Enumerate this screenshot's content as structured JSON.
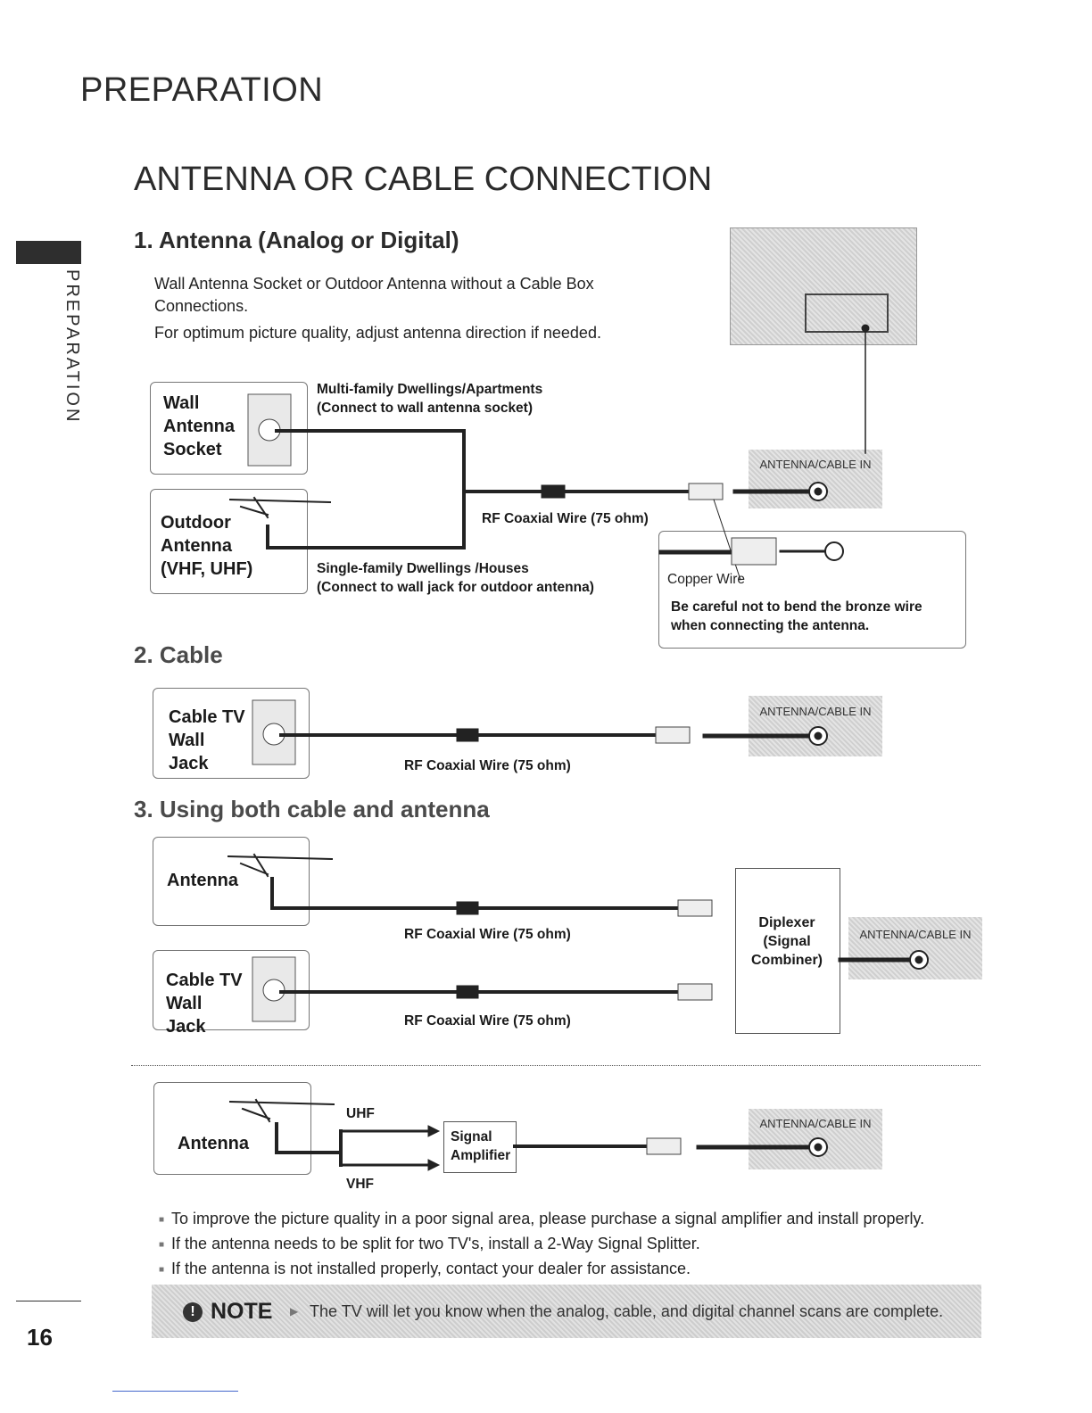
{
  "header": "PREPARATION",
  "side_tab": "PREPARATION",
  "page_number": "16",
  "title": "ANTENNA OR CABLE CONNECTION",
  "section1": {
    "heading": "1. Antenna (Analog or Digital)",
    "para1": "Wall Antenna Socket or Outdoor Antenna without a Cable Box Connections.",
    "para2": "For optimum picture quality, adjust antenna direction if needed.",
    "wall_label": "Wall Antenna Socket",
    "outdoor_label": "Outdoor Antenna (VHF, UHF)",
    "multi_caption_1": "Multi-family Dwellings/Apartments",
    "multi_caption_2": "(Connect to wall antenna socket)",
    "single_caption_1": "Single-family Dwellings /Houses",
    "single_caption_2": "(Connect to wall jack for outdoor antenna)",
    "wire_caption": "RF Coaxial Wire (75 ohm)",
    "panel_label": "ANTENNA/CABLE IN",
    "copper_label": "Copper Wire",
    "copper_note": "Be careful not to bend the bronze wire when connecting the antenna."
  },
  "section2": {
    "heading": "2. Cable",
    "jack_label": "Cable TV Wall Jack",
    "wire_caption": "RF Coaxial Wire (75 ohm)",
    "panel_label": "ANTENNA/CABLE IN"
  },
  "section3": {
    "heading": "3. Using both cable and antenna",
    "antenna_label": "Antenna",
    "jack_label": "Cable TV Wall Jack",
    "wire_caption_1": "RF Coaxial Wire (75 ohm)",
    "wire_caption_2": "RF Coaxial Wire (75 ohm)",
    "diplexer_label": "Diplexer (Signal Combiner)",
    "panel_label": "ANTENNA/CABLE IN"
  },
  "section4": {
    "antenna_label": "Antenna",
    "uhf": "UHF",
    "vhf": "VHF",
    "amplifier_label": "Signal Amplifier",
    "panel_label": "ANTENNA/CABLE IN"
  },
  "bullets": [
    "To improve the picture quality in a poor signal area, please purchase a signal amplifier and install properly.",
    "If the antenna needs to be split for two TV's, install a 2-Way Signal Splitter.",
    "If the antenna is not installed properly, contact your dealer for assistance."
  ],
  "note": {
    "label": "NOTE",
    "text": "The TV will let you know when the analog, cable, and digital channel scans are complete."
  }
}
